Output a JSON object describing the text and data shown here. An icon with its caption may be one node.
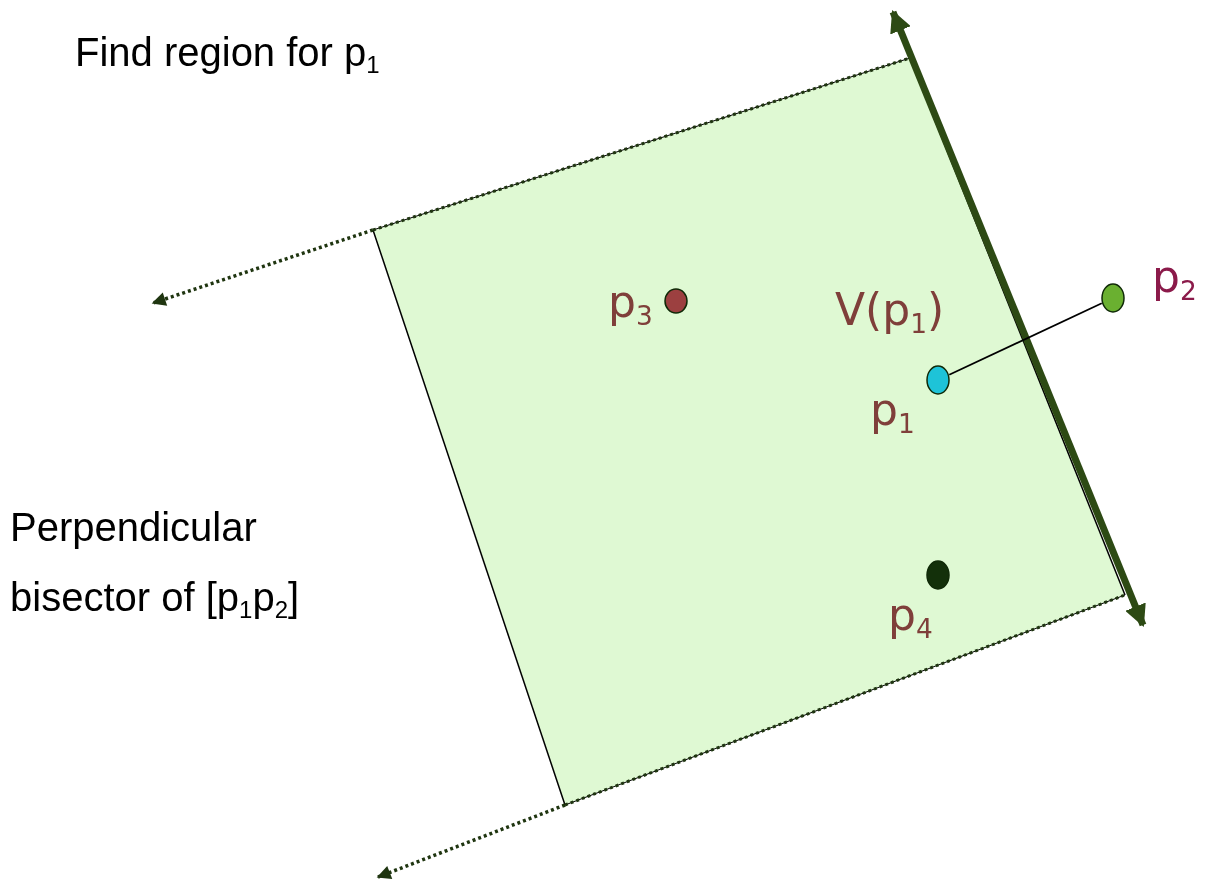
{
  "diagram": {
    "title": "Find region for p$_{1}$",
    "nodes": [
      {
        "text": [
          "V(p$_{1}$)"
        ]
      },
      {
        "text": [],
        "shape": "circle",
        "in": 0,
        "beside": [
          "p$_{3}$"
        ]
      },
      {
        "text": [],
        "shape": "circle",
        "in": 0,
        "beside": [
          "p$_{1}$"
        ]
      },
      {
        "text": [],
        "shape": "circle",
        "beside": [
          "p$_{2}$"
        ]
      },
      {
        "text": [],
        "shape": "circle",
        "in": 0,
        "beside": [
          "p$_{4}$"
        ]
      }
    ],
    "edges": [
      {
        "from": 2,
        "to": 3,
        "arrow": "none"
      }
    ],
    "labels": [
      "Perpendicular bisector of [p$_{1}$p$_{2}$]"
    ]
  }
}
